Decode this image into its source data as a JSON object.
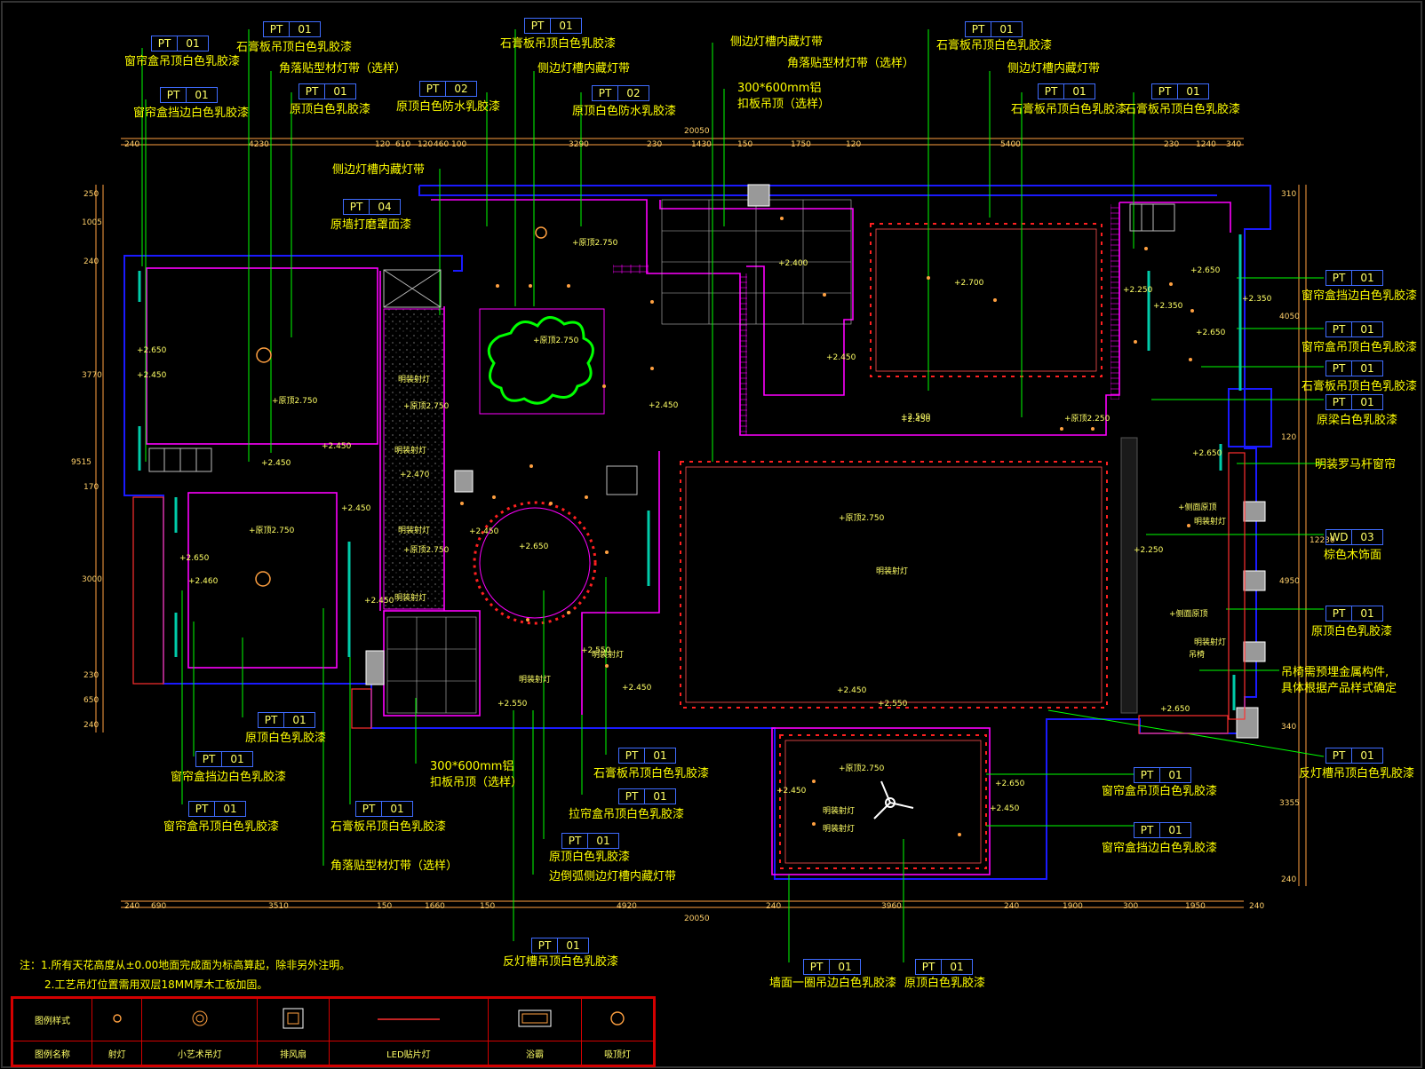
{
  "dims_top": [
    "240",
    "4230",
    "120",
    "610",
    "120",
    "460",
    "100",
    "3290",
    "230",
    "1430",
    "150",
    "1750",
    "120",
    "5400",
    "230",
    "1240",
    "340"
  ],
  "dims_top_total": "20050",
  "dims_bottom": [
    "240",
    "690",
    "3510",
    "150",
    "1660",
    "150",
    "4920",
    "240",
    "3960",
    "240",
    "1900",
    "300",
    "1950",
    "240"
  ],
  "dims_bottom_total": "20050",
  "dims_left": [
    "250",
    "1005",
    "240",
    "3770",
    "170",
    "3000",
    "230",
    "650",
    "240"
  ],
  "dims_left_total": "9515",
  "dims_right": [
    "310",
    "4050",
    "120",
    "4950",
    "340",
    "3355",
    "240"
  ],
  "dims_right_total": "12230",
  "callouts": [
    {
      "code": "PT",
      "num": "01",
      "text": "窗帘盒吊顶白色乳胶漆"
    },
    {
      "code": "PT",
      "num": "01",
      "text": "窗帘盒挡边白色乳胶漆"
    },
    {
      "code": "PT",
      "num": "01",
      "text": "石膏板吊顶白色乳胶漆"
    },
    {
      "code": "",
      "num": "",
      "text": "角落贴型材灯带（选样）"
    },
    {
      "code": "PT",
      "num": "01",
      "text": "原顶白色乳胶漆"
    },
    {
      "code": "PT",
      "num": "02",
      "text": "原顶白色防水乳胶漆"
    },
    {
      "code": "PT",
      "num": "01",
      "text": "石膏板吊顶白色乳胶漆"
    },
    {
      "code": "",
      "num": "",
      "text": "侧边灯槽内藏灯带"
    },
    {
      "code": "PT",
      "num": "02",
      "text": "原顶白色防水乳胶漆"
    },
    {
      "code": "",
      "num": "",
      "text": "侧边灯槽内藏灯带"
    },
    {
      "code": "",
      "num": "",
      "text": "300*600mm铝"
    },
    {
      "code": "",
      "num": "",
      "text": "扣板吊顶（选样）"
    },
    {
      "code": "PT",
      "num": "01",
      "text": "石膏板吊顶白色乳胶漆"
    },
    {
      "code": "",
      "num": "",
      "text": "角落贴型材灯带（选样）"
    },
    {
      "code": "",
      "num": "",
      "text": "侧边灯槽内藏灯带"
    },
    {
      "code": "PT",
      "num": "01",
      "text": "石膏板吊顶白色乳胶漆"
    },
    {
      "code": "PT",
      "num": "01",
      "text": "石膏板吊顶白色乳胶漆"
    },
    {
      "code": "",
      "num": "",
      "text": "侧边灯槽内藏灯带"
    },
    {
      "code": "PT",
      "num": "04",
      "text": "原墙打磨罩面漆"
    }
  ],
  "right_callouts": [
    {
      "code": "PT",
      "num": "01",
      "text": "窗帘盒挡边白色乳胶漆"
    },
    {
      "code": "PT",
      "num": "01",
      "text": "窗帘盒吊顶白色乳胶漆"
    },
    {
      "code": "PT",
      "num": "01",
      "text": "石膏板吊顶白色乳胶漆"
    },
    {
      "code": "PT",
      "num": "01",
      "text": "原梁白色乳胶漆"
    },
    {
      "code": "",
      "num": "",
      "text": "明装罗马杆窗帘"
    },
    {
      "code": "WD",
      "num": "03",
      "text": "棕色木饰面"
    },
    {
      "code": "PT",
      "num": "01",
      "text": "原顶白色乳胶漆"
    },
    {
      "code": "",
      "num": "",
      "text": "吊椅需预埋金属构件,"
    },
    {
      "code": "",
      "num": "",
      "text": "具体根据产品样式确定"
    },
    {
      "code": "PT",
      "num": "01",
      "text": "反灯槽吊顶白色乳胶漆"
    },
    {
      "code": "PT",
      "num": "01",
      "text": "窗帘盒吊顶白色乳胶漆"
    },
    {
      "code": "PT",
      "num": "01",
      "text": "窗帘盒挡边白色乳胶漆"
    }
  ],
  "bottom_callouts": [
    {
      "code": "PT",
      "num": "01",
      "text": "原顶白色乳胶漆"
    },
    {
      "code": "PT",
      "num": "01",
      "text": "窗帘盒挡边白色乳胶漆"
    },
    {
      "code": "PT",
      "num": "01",
      "text": "窗帘盒吊顶白色乳胶漆"
    },
    {
      "code": "PT",
      "num": "01",
      "text": "石膏板吊顶白色乳胶漆"
    },
    {
      "code": "",
      "num": "",
      "text": "角落贴型材灯带（选样）"
    },
    {
      "code": "",
      "num": "",
      "text": "300*600mm铝"
    },
    {
      "code": "",
      "num": "",
      "text": "扣板吊顶（选样）"
    },
    {
      "code": "PT",
      "num": "01",
      "text": "石膏板吊顶白色乳胶漆"
    },
    {
      "code": "PT",
      "num": "01",
      "text": "拉帘盒吊顶白色乳胶漆"
    },
    {
      "code": "PT",
      "num": "01",
      "text": "原顶白色乳胶漆"
    },
    {
      "code": "",
      "num": "",
      "text": "边倒弧侧边灯槽内藏灯带"
    },
    {
      "code": "PT",
      "num": "01",
      "text": "反灯槽吊顶白色乳胶漆"
    },
    {
      "code": "PT",
      "num": "01",
      "text": "墙面一圈吊边白色乳胶漆"
    },
    {
      "code": "PT",
      "num": "01",
      "text": "原顶白色乳胶漆"
    }
  ],
  "levels": [
    "+2.650",
    "+2.450",
    "+原顶2.750",
    "+2.450",
    "+2.450",
    "+原顶2.750",
    "+2.650",
    "+2.460",
    "+2.450",
    "+原顶2.750",
    "+2.470",
    "+原顶2.750",
    "+2.450",
    "+原顶2.750",
    "+2.400",
    "+原顶2.750",
    "+2.450",
    "+2.650",
    "+2.450",
    "+2.450",
    "+2.700",
    "+2.450",
    "+2.500",
    "+原顶2.250",
    "+2.250",
    "+2.350",
    "+2.650",
    "+2.350",
    "+2.650",
    "+2.650",
    "+原顶2.750",
    "+侧面原顶",
    "+2.250",
    "+侧面原顶",
    "+2.450",
    "+2.550",
    "+2.550",
    "+2.450",
    "+2.650",
    "+原顶2.750",
    "+2.450",
    "+2.650",
    "+2.450",
    "+2.550"
  ],
  "fixture_labels": [
    "明装射灯",
    "明装射灯",
    "明装射灯",
    "明装射灯",
    "明装射灯",
    "明装射灯",
    "明装射灯",
    "明装射灯",
    "明装射灯",
    "明装射灯",
    "明装射灯",
    "吊椅"
  ],
  "notes": {
    "line1": "注：1.所有天花高度从±0.00地面完成面为标高算起，除非另外注明。",
    "line2": "2.工艺吊灯位置需用双层18MM厚木工板加固。"
  },
  "legend": {
    "row1_header": "图例样式",
    "row2_header": "图例名称",
    "items": [
      "射灯",
      "小艺术吊灯",
      "排风扇",
      "LED贴片灯",
      "浴霸",
      "吸顶灯"
    ]
  },
  "colors": {
    "background": "#000000",
    "wall": "#ff00ff",
    "outline": "#0000ff",
    "leader": "#00ff00",
    "text": "#ffff00",
    "fixture": "#ff0000",
    "dimension": "#ffa040"
  }
}
